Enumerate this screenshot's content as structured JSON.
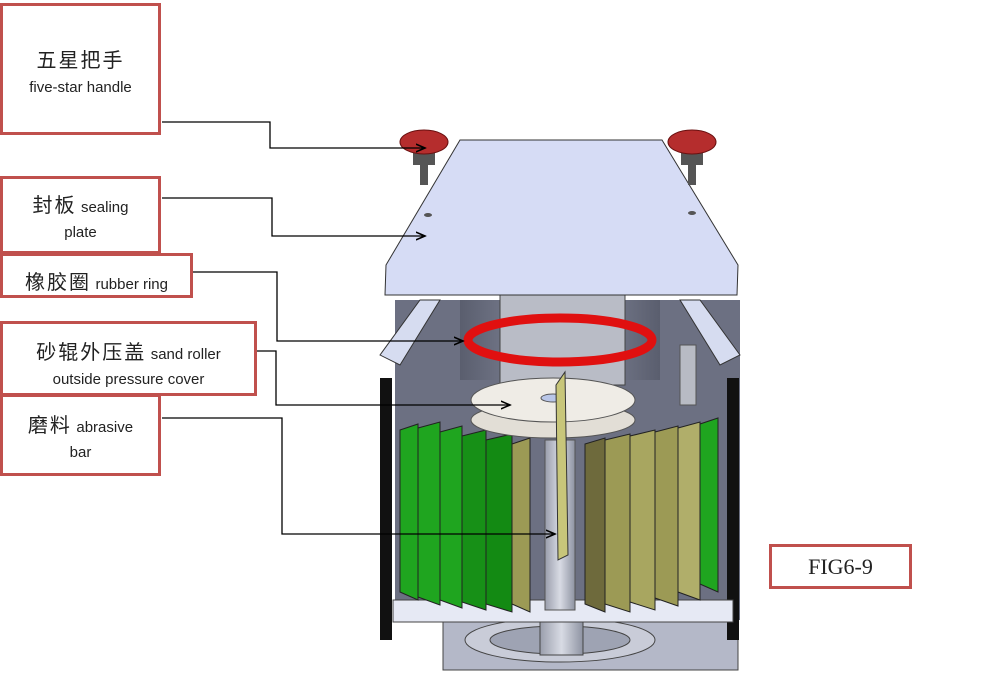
{
  "figure": {
    "id": "FIG6-9"
  },
  "labels": [
    {
      "zh": "五星把手",
      "en": "five-star handle"
    },
    {
      "zh": "封板",
      "en1": "sealing",
      "en2": "plate"
    },
    {
      "zh": "橡胶圈",
      "en": "rubber ring"
    },
    {
      "zh": "砂辊外压盖",
      "en1": "sand roller",
      "en2": "outside pressure cover"
    },
    {
      "zh": "磨料",
      "en1": "abrasive",
      "en2": "bar"
    }
  ],
  "colors": {
    "label_border": "#c0504d",
    "handle": "#b52d2d",
    "plate": "#d6dcf5",
    "ring": "#e01010",
    "abrasive_green": "#1fa51f",
    "abrasive_olive": "#9c9a55",
    "housing": "#6b6f80"
  }
}
